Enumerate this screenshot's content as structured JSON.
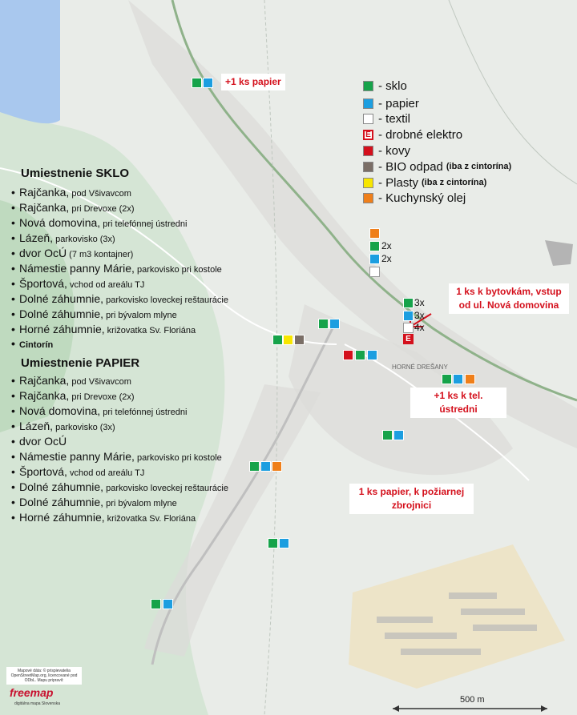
{
  "legend": {
    "items": [
      {
        "label": "- sklo",
        "note": "",
        "color": "#16a34a",
        "kind": "square"
      },
      {
        "label": "- papier",
        "note": "",
        "color": "#1c9ee0",
        "kind": "square"
      },
      {
        "label": "- textil",
        "note": "",
        "color": "#ffffff",
        "kind": "square"
      },
      {
        "label": "- drobné elektro",
        "note": "",
        "color": "#d4101c",
        "kind": "letter",
        "letter": "E"
      },
      {
        "label": "- kovy",
        "note": "",
        "color": "#d4101c",
        "kind": "square"
      },
      {
        "label": "- BIO odpad",
        "note": "(iba z cintorína)",
        "color": "#7a6e66",
        "kind": "square"
      },
      {
        "label": "- Plasty",
        "note": "(iba z cintorína)",
        "color": "#f7e600",
        "kind": "square"
      },
      {
        "label": "- Kuchynský olej",
        "note": "",
        "color": "#ef7f1a",
        "kind": "square"
      }
    ]
  },
  "sklo": {
    "title": "Umiestnenie SKLO",
    "items": [
      {
        "bullet": "•",
        "name": "Rajčanka,",
        "detail": " pod Všivavcom"
      },
      {
        "bullet": "•",
        "name": "Rajčanka,",
        "detail": " pri Drevoxe (2x)"
      },
      {
        "bullet": "•",
        "name": "Nová domovina,",
        "detail": " pri telefónnej ústredni"
      },
      {
        "bullet": "•",
        "name": "Lázeň,",
        "detail": " parkovisko (3x)"
      },
      {
        "bullet": "•",
        "name": "dvor OcÚ",
        "detail": " (7 m3 kontajner)"
      },
      {
        "bullet": "•",
        "name": "Námestie panny Márie,",
        "detail": " parkovisko pri kostole"
      },
      {
        "bullet": "•",
        "name": "Športová,",
        "detail": " vchod od areálu TJ"
      },
      {
        "bullet": "•",
        "name": "Dolné záhumnie,",
        "detail": " parkovisko loveckej reštaurácie"
      },
      {
        "bullet": "•",
        "name": "Dolné záhumnie,",
        "detail": " pri bývalom mlyne"
      },
      {
        "bullet": "•",
        "name": "Horné záhumnie,",
        "detail": " križovatka Sv. Floriána"
      },
      {
        "bullet": "•",
        "name": "",
        "detail": "Cintorín"
      }
    ]
  },
  "papier": {
    "title": "Umiestnenie PAPIER",
    "items": [
      {
        "bullet": "•",
        "name": "Rajčanka,",
        "detail": " pod Všivavcom"
      },
      {
        "bullet": "•",
        "name": "Rajčanka,",
        "detail": " pri Drevoxe (2x)"
      },
      {
        "bullet": "•",
        "name": "Nová domovina,",
        "detail": " pri telefónnej ústredni"
      },
      {
        "bullet": "•",
        "name": "Lázeň,",
        "detail": " parkovisko (3x)"
      },
      {
        "bullet": "•",
        "name": "dvor OcÚ",
        "detail": ""
      },
      {
        "bullet": "•",
        "name": "Námestie panny Márie,",
        "detail": " parkovisko pri kostole"
      },
      {
        "bullet": "•",
        "name": "Športová,",
        "detail": " vchod od areálu TJ"
      },
      {
        "bullet": "•",
        "name": "Dolné záhumnie,",
        "detail": " parkovisko loveckej reštaurácie"
      },
      {
        "bullet": "•",
        "name": "Dolné záhumnie,",
        "detail": " pri bývalom mlyne"
      },
      {
        "bullet": "•",
        "name": "Horné záhumnie,",
        "detail": " križovatka Sv. Floriána"
      }
    ]
  },
  "callouts": {
    "papier_top": "+1 ks papier",
    "bytovky": "1 ks k bytovkám, vstup od ul. Nová domovina",
    "ustredna": "+1 ks k tel. ústredni",
    "zbrojnica": "1 ks papier, k požiarnej zbrojnici"
  },
  "counts": {
    "c2x_a": "2x",
    "c2x_b": "2x",
    "c3x_a": "3x",
    "c3x_b": "3x",
    "c4x": "4x"
  },
  "map_labels": {
    "town": "HORNÉ DREŠANY"
  },
  "scale": "500 m",
  "credits": {
    "source": "Mapové dáta: © prispievatelia OpenStreetMap.org, licencované pod ODbL. Mapu pripravil:",
    "brand": "freemap",
    "brand_sub": "digitálna mapa Slovenska"
  },
  "colors": {
    "glass": "#16a34a",
    "paper": "#1c9ee0",
    "textile": "#ffffff",
    "metal": "#d4101c",
    "bio": "#7a6e66",
    "plastic": "#f7e600",
    "oil": "#ef7f1a",
    "callout_text": "#d4101c"
  }
}
